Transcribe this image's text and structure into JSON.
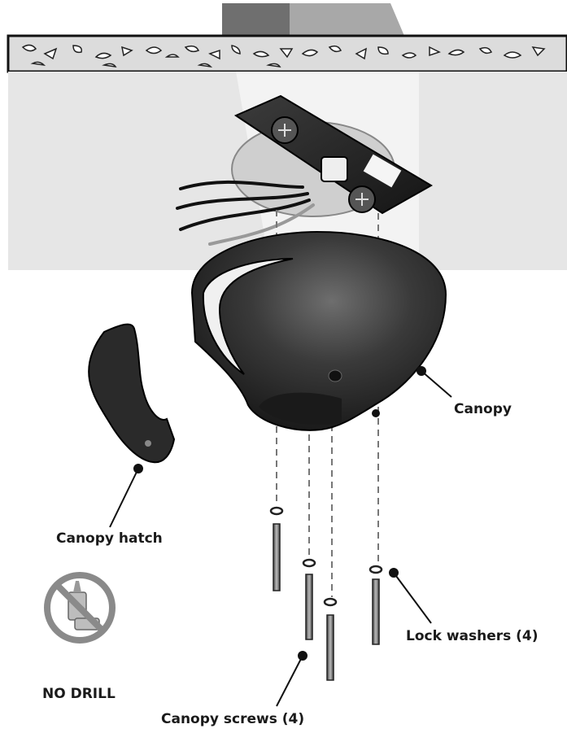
{
  "labels": {
    "canopy": "Canopy",
    "canopy_hatch": "Canopy hatch",
    "lock_washers": "Lock washers (4)",
    "canopy_screws": "Canopy screws (4)",
    "no_drill": "NO DRILL"
  },
  "icons": {
    "no_drill": "no-drill-icon"
  },
  "colors": {
    "ceiling": "#dcdcdc",
    "wall_shade": "#ececec",
    "canopy": "#2b2b2b",
    "outline": "#111111",
    "icon_gray": "#8a8a8a"
  }
}
